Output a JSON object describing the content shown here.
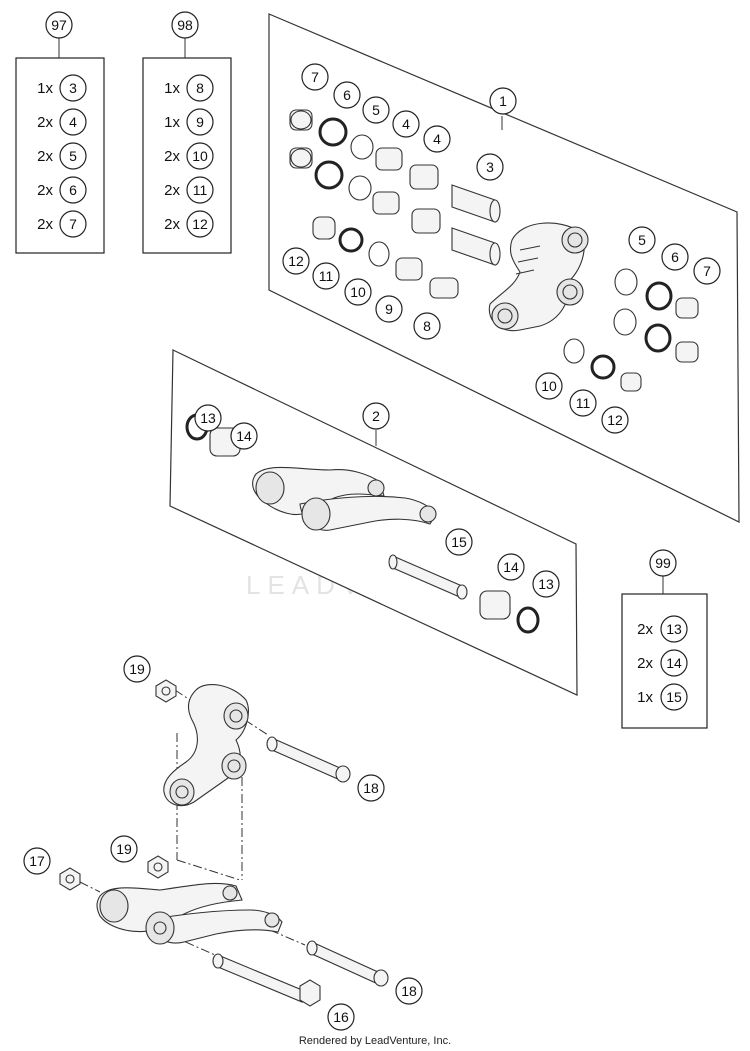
{
  "callouts": {
    "c1": "1",
    "c2": "2",
    "c3": "3",
    "c4a": "4",
    "c4b": "4",
    "c5a": "5",
    "c5b": "5",
    "c6a": "6",
    "c6b": "6",
    "c7a": "7",
    "c7b": "7",
    "c8": "8",
    "c9": "9",
    "c10a": "10",
    "c10b": "10",
    "c11a": "11",
    "c11b": "11",
    "c12a": "12",
    "c12b": "12",
    "c13a": "13",
    "c13b": "13",
    "c14a": "14",
    "c14b": "14",
    "c15": "15",
    "c16": "16",
    "c17": "17",
    "c18a": "18",
    "c18b": "18",
    "c19a": "19",
    "c19b": "19"
  },
  "kits": [
    {
      "number": "97",
      "rows": [
        {
          "qty": "1x",
          "part": "3"
        },
        {
          "qty": "2x",
          "part": "4"
        },
        {
          "qty": "2x",
          "part": "5"
        },
        {
          "qty": "2x",
          "part": "6"
        },
        {
          "qty": "2x",
          "part": "7"
        }
      ]
    },
    {
      "number": "98",
      "rows": [
        {
          "qty": "1x",
          "part": "8"
        },
        {
          "qty": "1x",
          "part": "9"
        },
        {
          "qty": "2x",
          "part": "10"
        },
        {
          "qty": "2x",
          "part": "11"
        },
        {
          "qty": "2x",
          "part": "12"
        }
      ]
    },
    {
      "number": "99",
      "rows": [
        {
          "qty": "2x",
          "part": "13"
        },
        {
          "qty": "2x",
          "part": "14"
        },
        {
          "qty": "1x",
          "part": "15"
        }
      ]
    }
  ],
  "watermark": "LEADVENTURE",
  "footer": "Rendered by LeadVenture, Inc."
}
